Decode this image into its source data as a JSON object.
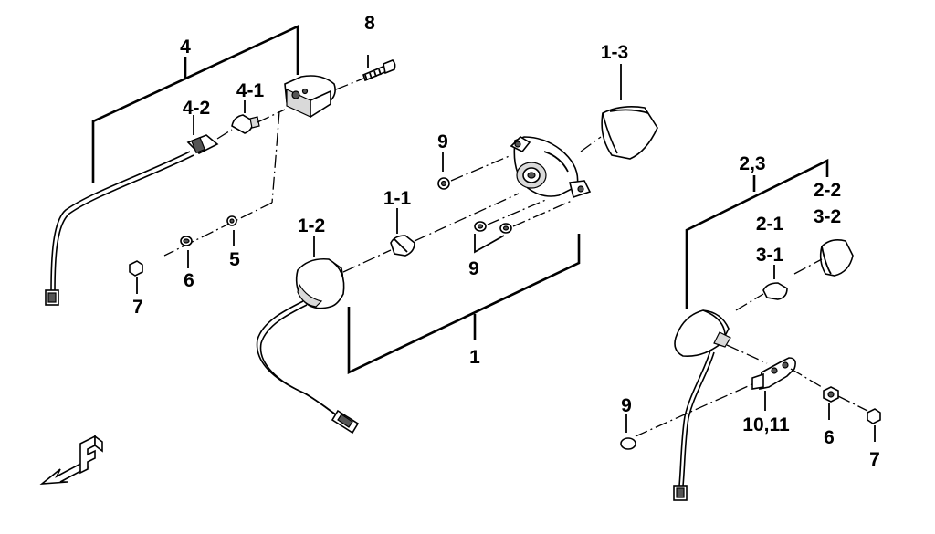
{
  "labels": {
    "l_4": "4",
    "l_8": "8",
    "l_1_3": "1-3",
    "l_4_1": "4-1",
    "l_4_2": "4-2",
    "l_9_top": "9",
    "l_2_3": "2,3",
    "l_2_2": "2-2",
    "l_1_1": "1-1",
    "l_1_2": "1-2",
    "l_2_1": "2-1",
    "l_3_2": "3-2",
    "l_5": "5",
    "l_6_left": "6",
    "l_7_left": "7",
    "l_9_mid": "9",
    "l_3_1": "3-1",
    "l_1": "1",
    "l_9_bottom": "9",
    "l_10_11": "10,11",
    "l_6_right": "6",
    "l_7_right": "7"
  }
}
